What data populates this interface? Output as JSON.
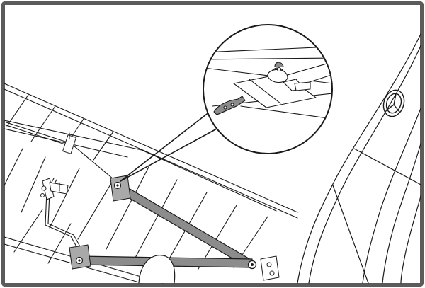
{
  "figure": {
    "description_visible_text": "",
    "colors": {
      "frame": "#5b5b5b",
      "line": "#1a1a1a",
      "strut_fill": "#8c8c8c",
      "plate_fill": "#a9a9a9",
      "paper": "#ffffff"
    },
    "icons": [
      "mercedes-star-emblem",
      "magnifier-callout",
      "servo-pushrod",
      "strut-bracket"
    ]
  }
}
